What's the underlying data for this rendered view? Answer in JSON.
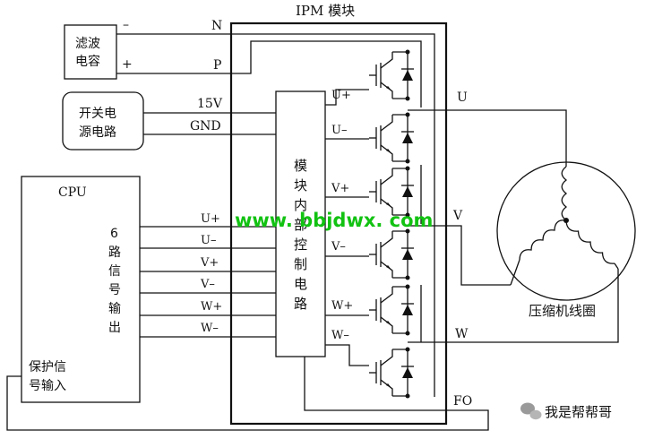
{
  "ipm": {
    "title": "IPM 模块",
    "inner_label": [
      "模",
      "块",
      "内",
      "部",
      "控",
      "制",
      "电",
      "路"
    ]
  },
  "filter_cap": {
    "label_lines": [
      "滤波",
      "电容"
    ],
    "neg": "–",
    "pos": "+"
  },
  "power_circuit": {
    "label_lines": [
      "开关电",
      "源电路"
    ]
  },
  "cpu": {
    "title": "CPU",
    "out_label": [
      "6",
      "路",
      "信",
      "号",
      "输",
      "出"
    ],
    "protect_lines": [
      "保护信",
      "号输入"
    ]
  },
  "input_pins": [
    "N",
    "P",
    "15V",
    "GND"
  ],
  "cpu_signals": [
    "U+",
    "U–",
    "V+",
    "V–",
    "W+",
    "W–"
  ],
  "switch_labels": [
    "U+",
    "U–",
    "V+",
    "V–",
    "W+",
    "W–"
  ],
  "outputs": {
    "u": "U",
    "v": "V",
    "w": "W",
    "fo": "FO"
  },
  "motor": {
    "label": "压缩机线圈"
  },
  "watermark": "www. bbjdwx. com",
  "wechat": {
    "label": "我是帮帮哥",
    "icon": "wechat-icon"
  }
}
